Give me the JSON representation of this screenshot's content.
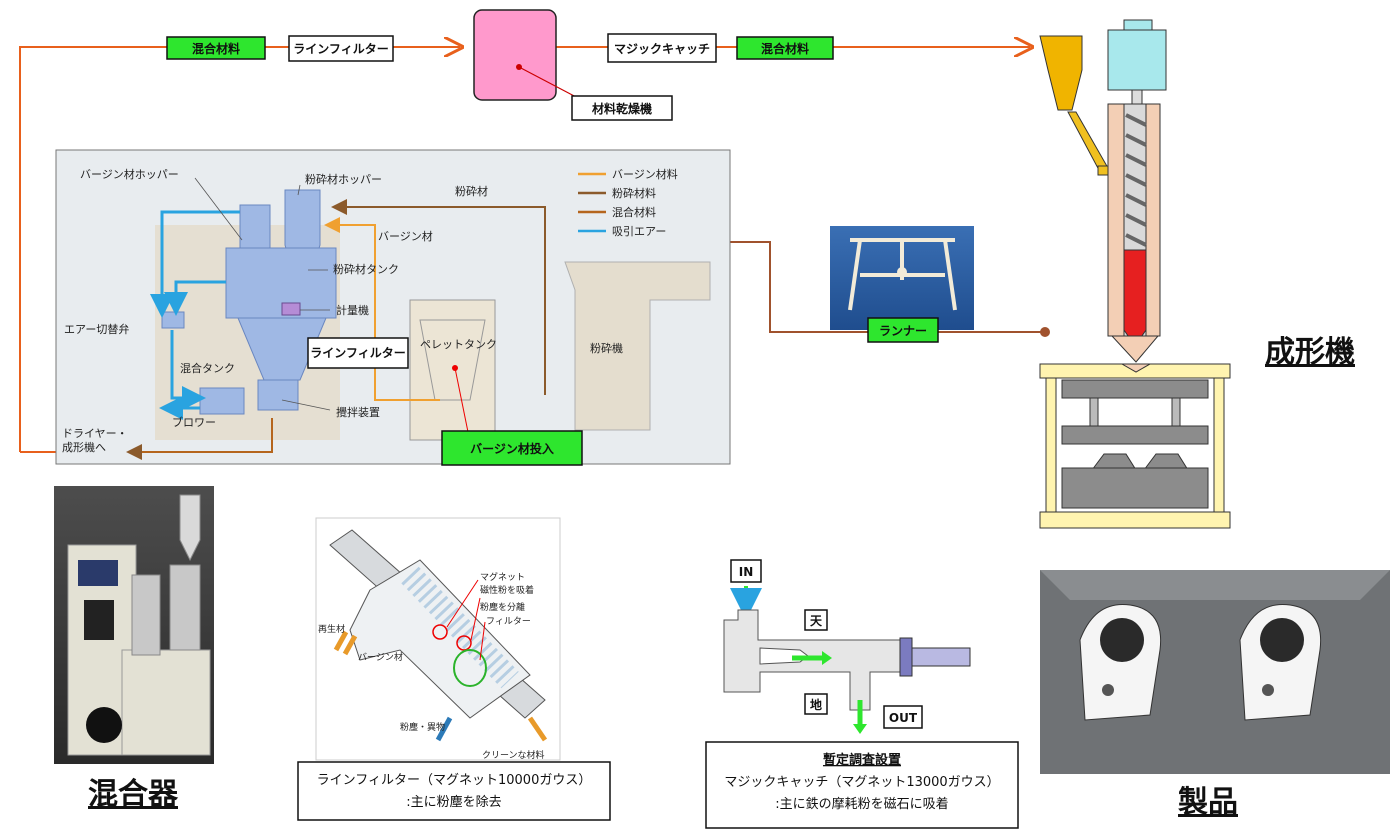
{
  "top_flow": {
    "mixed_material_1": "混合材料",
    "line_filter": "ラインフィルター",
    "magic_catch": "マジックキャッチ",
    "mixed_material_2": "混合材料",
    "dryer": "材料乾燥機"
  },
  "mixer_diagram": {
    "virgin_hopper": "バージン材ホッパー",
    "regrind_hopper": "粉砕材ホッパー",
    "regrind": "粉砕材",
    "virgin": "バージン材",
    "regrind_tank": "粉砕材タンク",
    "meter": "計量機",
    "air_valve": "エアー切替弁",
    "line_filter": "ラインフィルター",
    "pellet_tank": "ペレットタンク",
    "crusher": "粉砕機",
    "mix_tank": "混合タンク",
    "blower": "ブロワー",
    "agitator": "攪拌装置",
    "to_dryer_1": "ドライヤー・",
    "to_dryer_2": "成形機へ",
    "virgin_input": "バージン材投入",
    "legend": [
      {
        "label": "バージン材料",
        "color": "#f0a030"
      },
      {
        "label": "粉砕材料",
        "color": "#8b5a2b"
      },
      {
        "label": "混合材料",
        "color": "#b5651d"
      },
      {
        "label": "吸引エアー",
        "color": "#29a3e0"
      }
    ]
  },
  "runner": "ランナー",
  "molding_machine": "成形機",
  "mixer": "混合器",
  "product": "製品",
  "line_filter_detail": {
    "magnet": "マグネット",
    "magnetic_powder": "磁性粉を吸着",
    "separate_dust": "粉塵を分離",
    "filter": "フィルター",
    "recycled": "再生材",
    "virgin": "バージン材",
    "dust": "粉塵・異物",
    "clean": "クリーンな材料",
    "caption1": "ラインフィルター（マグネット10000ガウス）",
    "caption2": ":主に粉塵を除去"
  },
  "magic_catch_detail": {
    "in": "IN",
    "out": "OUT",
    "top": "天",
    "bottom": "地",
    "caption_title": "暫定調査設置",
    "caption1": "マジックキャッチ（マグネット13000ガウス）",
    "caption2": ":主に鉄の摩耗粉を磁石に吸着"
  },
  "colors": {
    "flow_line": "#e8601c",
    "label_green": "#2ee62e",
    "dryer": "#ff99cc",
    "hopper": "#f0b400",
    "motor": "#a8e8ec",
    "mold_frame": "#fff4b0"
  }
}
